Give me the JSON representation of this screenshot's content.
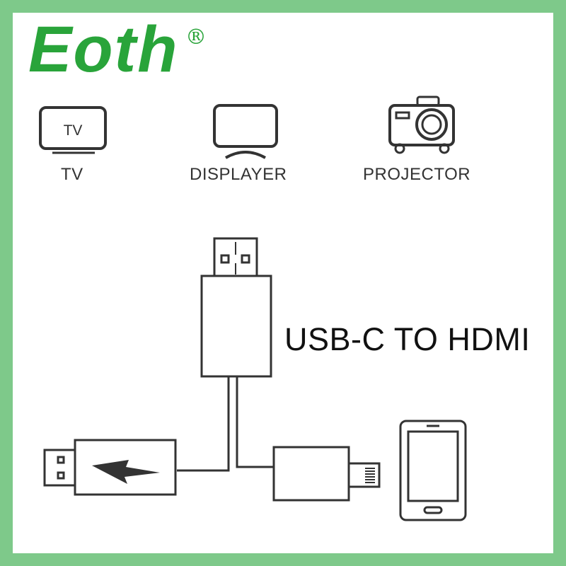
{
  "brand": {
    "name": "Eoth",
    "mark": "®",
    "color": "#29a43a"
  },
  "devices": {
    "tv": {
      "screen_text": "TV",
      "label": "TV",
      "icon": "tv-icon"
    },
    "displayer": {
      "label": "DISPLAYER",
      "icon": "monitor-icon"
    },
    "projector": {
      "label": "PROJECTOR",
      "icon": "projector-icon"
    }
  },
  "product": {
    "title": "USB-C TO HDMI"
  },
  "colors": {
    "border": "#7ec98a",
    "outline": "#333333"
  }
}
